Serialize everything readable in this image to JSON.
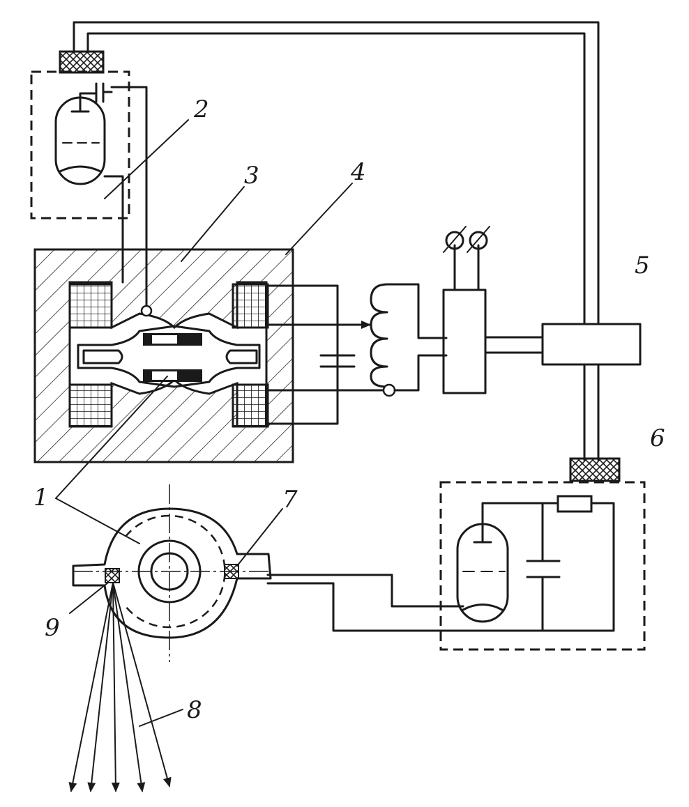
{
  "diagram": {
    "labels": [
      {
        "id": "1",
        "text": "1"
      },
      {
        "id": "2",
        "text": "2"
      },
      {
        "id": "3",
        "text": "3"
      },
      {
        "id": "4",
        "text": "4"
      },
      {
        "id": "5",
        "text": "5"
      },
      {
        "id": "6",
        "text": "6"
      },
      {
        "id": "7",
        "text": "7"
      },
      {
        "id": "8",
        "text": "8"
      },
      {
        "id": "9",
        "text": "9"
      }
    ],
    "colors": {
      "ink": "#1a1a1a",
      "paper": "#ffffff"
    }
  }
}
